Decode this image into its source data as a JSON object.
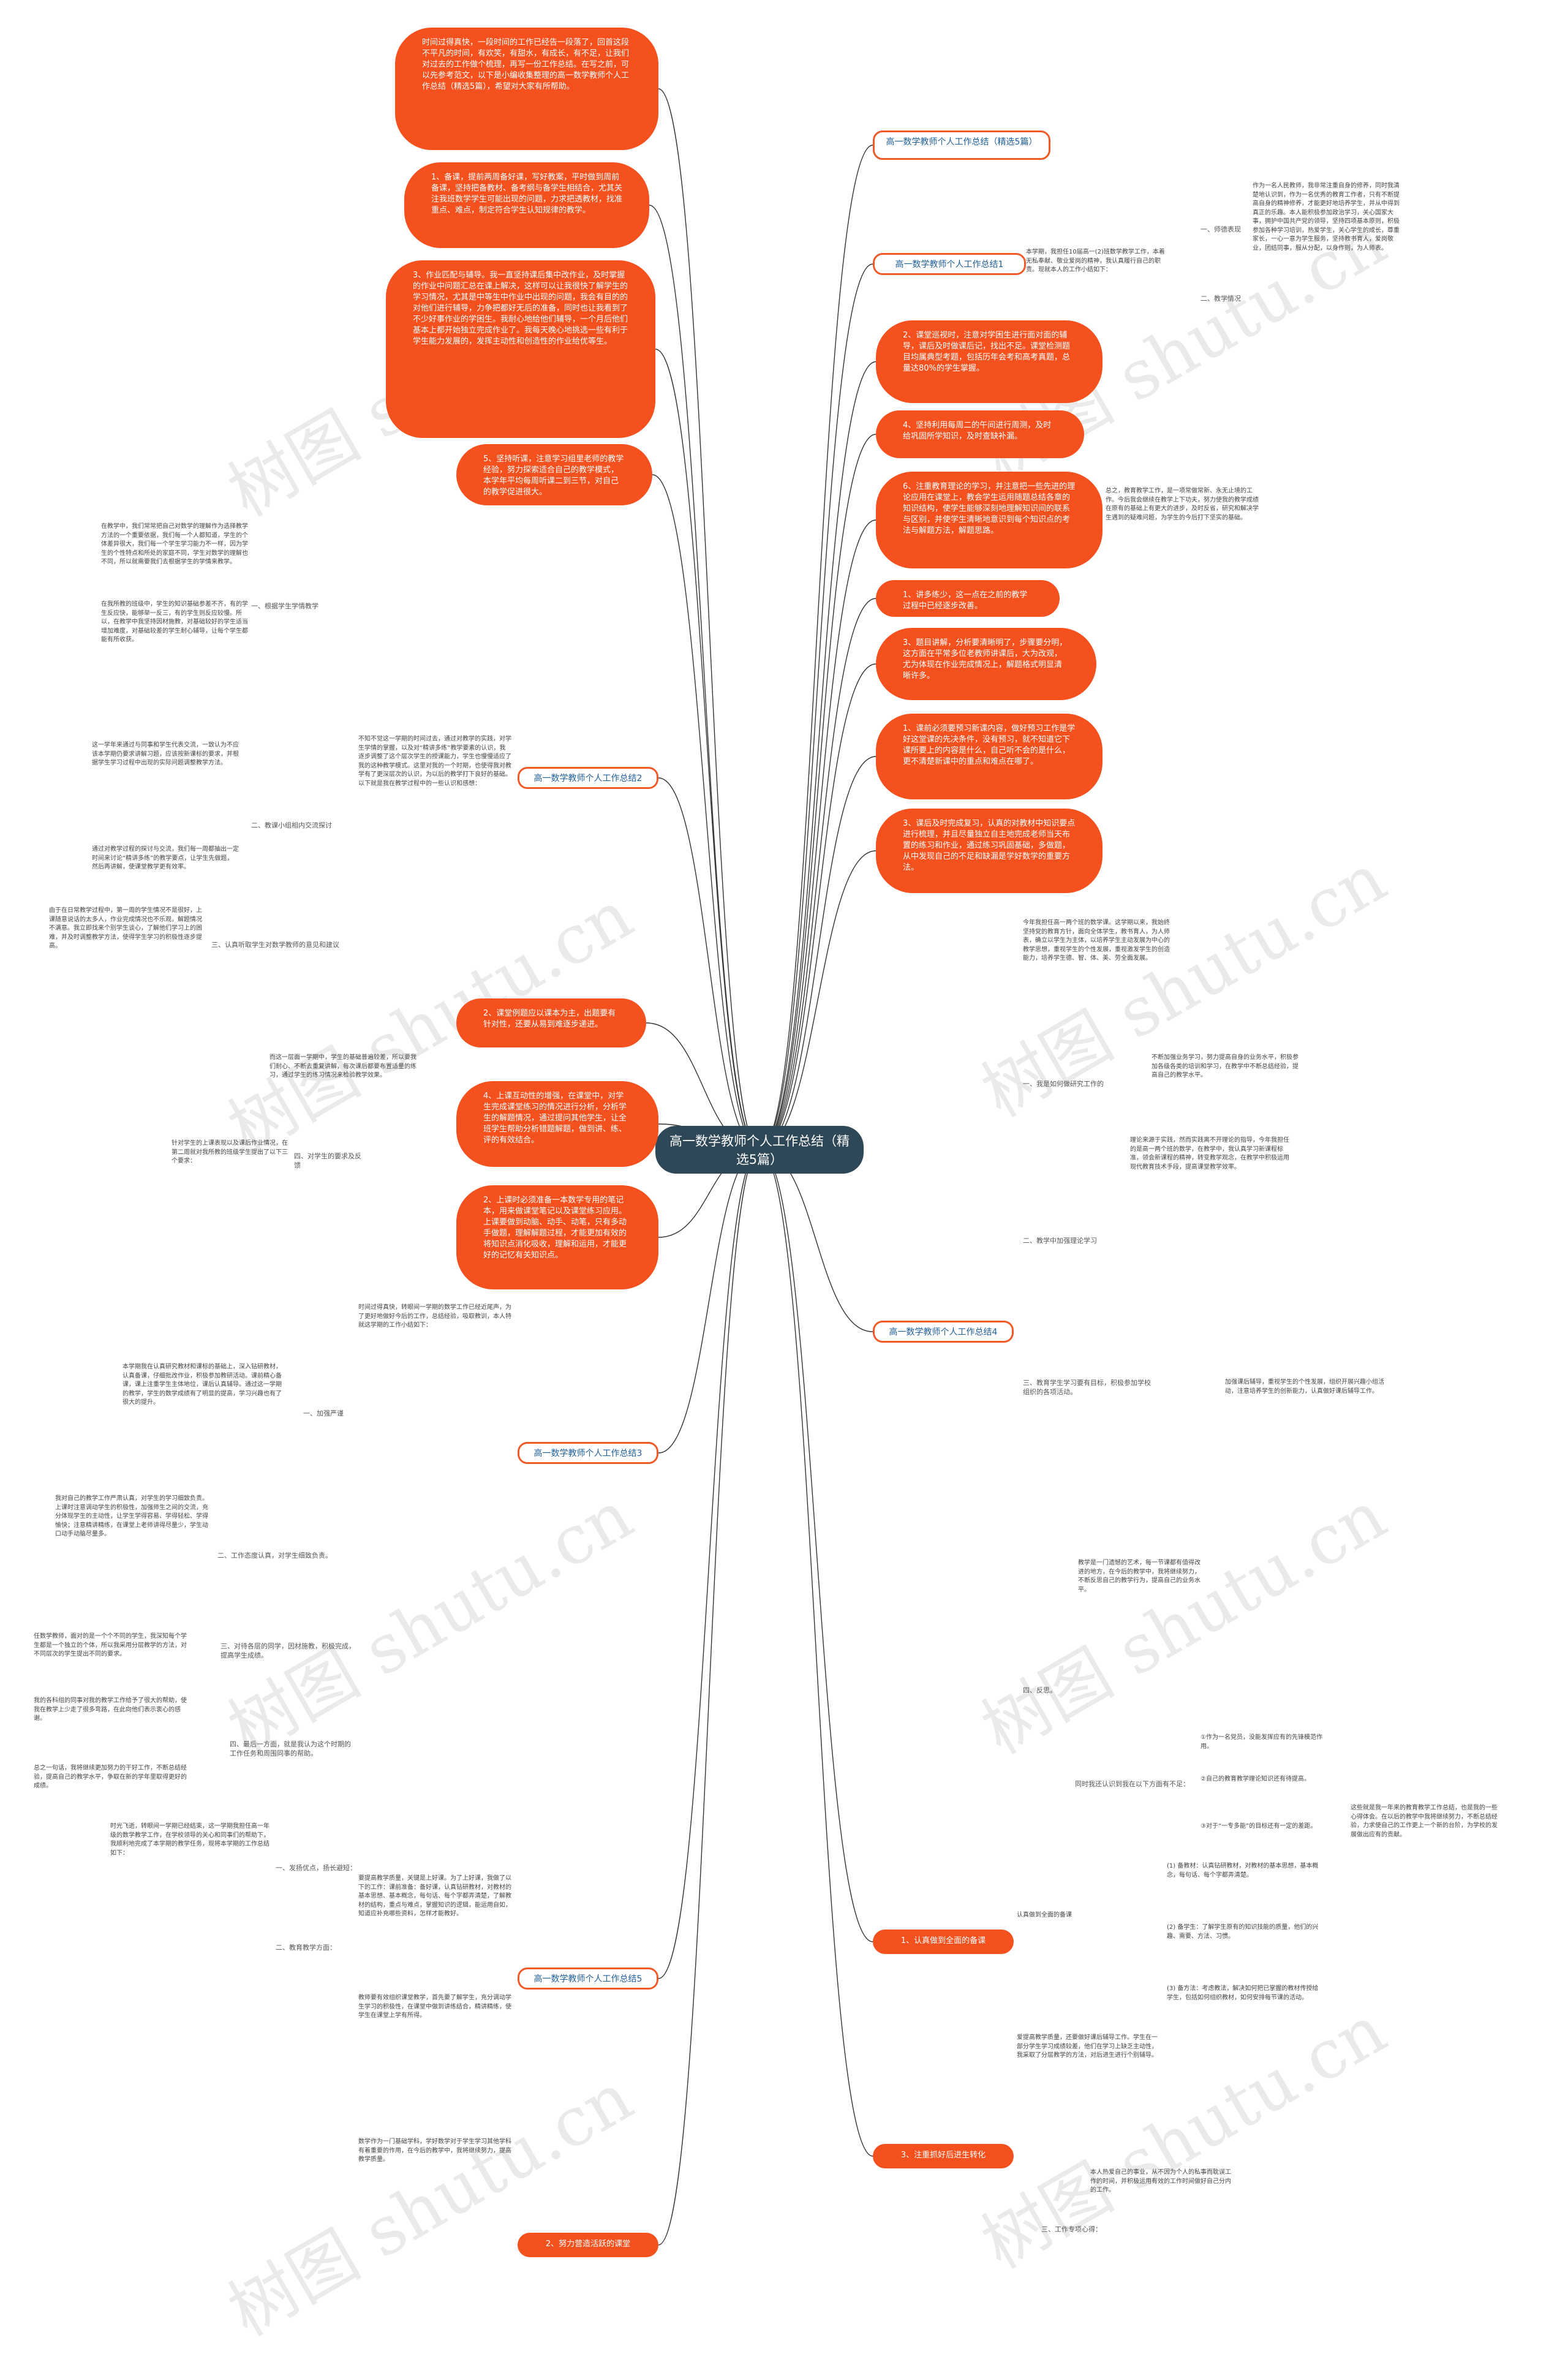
{
  "watermark": "树图 shutu.cn",
  "root": {
    "label": "高一数学教师个人工作总结（精选5篇）"
  },
  "main_sections": [
    {
      "id": "s1",
      "label": "高一数学教师个人工作总结（精选5篇）"
    },
    {
      "id": "s2",
      "label": "高一数学教师个人工作总结1"
    },
    {
      "id": "s3",
      "label": "高一数学教师个人工作总结2"
    },
    {
      "id": "s4",
      "label": "高一数学教师个人工作总结3"
    },
    {
      "id": "s5",
      "label": "高一数学教师个人工作总结4"
    },
    {
      "id": "s6",
      "label": "高一数学教师个人工作总结5"
    }
  ],
  "right_pills": {
    "p1": "2、课堂巡视时，注意对学困生进行面对面的辅导，课后及时做课后记，找出不足。课堂检测题目均属典型考题，包括历年会考和高考真题，总量达80%的学生掌握。",
    "p2": "4、坚持利用每周二的午间进行周测，及时给巩固所学知识，及时查缺补漏。",
    "p3": "6、注重教育理论的学习，并注意把一些先进的理论应用在课堂上，教会学生运用随题总结各章的知识结构，使学生能够深刻地理解知识间的联系与区别，并使学生清晰地意识到每个知识点的考法与解题方法，解题思路。",
    "p4": "1、讲多练少，这一点在之前的教学过程中已经逐步改善。",
    "p5": "3、题目讲解，分析要清晰明了，步骤要分明，这方面在平常多位老教师讲课后，大为改观，尤为体现在作业完成情况上，解题格式明显清晰许多。",
    "p6": "1、课前必须要预习新课内容，做好预习工作是学好这堂课的先决条件，没有预习，就不知道它下课所要上的内容是什么，自己听不会的是什么，更不清楚新课中的重点和难点在哪了。",
    "p7": "3、课后及时完成复习，认真的对教材中知识要点进行梳理，并且尽量独立自主地完成老师当天布置的练习和作业，通过练习巩固基础，多做题，从中发现自己的不足和缺漏是学好数学的重要方法。"
  },
  "left_pills": {
    "lp1": "时间过得真快，一段时间的工作已经告一段落了，回首这段不平凡的时间，有欢笑，有甜水，有成长，有不足，让我们对过去的工作做个梳理，再写一份工作总结。在写之前，可以先参考范文，以下是小编收集整理的高一数学教师个人工作总结（精选5篇），希望对大家有所帮助。",
    "lp2": "1、备课，提前两周备好课，写好教案，平时做到周前备课，坚持把备教材、备考纲与备学生相结合，尤其关注我班数学学生可能出现的问题，力求把透教材，找准重点、难点，制定符合学生认知规律的教学。",
    "lp3": "3、作业匹配与辅导。我一直坚持课后集中改作业，及时掌握的作业中问题汇总在课上解决，这样可以让我很快了解学生的学习情况，尤其是中等生中作业中出现的问题，我会有目的的对他们进行辅导，力争把都好无后的准备，同时也让我看到了不少好事作业的学困生。我耐心地给他们辅导，一个月后他们基本上都开始独立完成作业了。我每天晚心地挑选一些有利于学生能力发展的，发挥主动性和创造性的作业给优等生。",
    "lp4": "5、坚持听课，注意学习组里老师的教学经验，努力探索适合自己的教学模式，本学年平均每周听课二到三节，对自己的教学促进很大。",
    "lp5": "2、课堂例题应以课本为主，出题要有针对性，还要从易到难逐步递进。",
    "lp6": "4、上课互动性的增强，在课堂中，对学生完成课堂练习的情况进行分析，分析学生的解题情况，通过提问其他学生，让全班学生帮助分析错题解题，做到讲、练、评的有效结合。",
    "lp7": "2、上课时必须准备一本数学专用的笔记本，用来做课堂笔记以及课堂练习应用。上课要做到动脑、动手、动笔，只有多动手做题，理解解题过程，才能更加有效的将知识点消化吸收，理解和运用，才能更好的记忆有关知识点。",
    "lp8": "2、努力营造活跃的课堂",
    "lp9": "1、认真做到全面的备课",
    "lp10": "3、注重抓好后进生转化"
  },
  "notes": {
    "s2_intro": "本学期，我担任10届高一(2)班数学教学工作，本着无私奉献、敬业爱岗的精神，我认真履行自己的职责。现就本人的工作小结如下：",
    "s2_ethics": "一、师德表现",
    "s2_ethics_text": "作为一名人民教师，我非常注重自身的修养，同时我清楚地认识到，作为一名优秀的教育工作者，只有不断提高自身的精神修养，才能更好地培养学生，并从中得到真正的乐趣。本人能积极参加政治学习，关心国家大事，拥护中国共产党的领导，坚持四项基本原则，积极参加各种学习培训，热爱学生，关心学生的成长，尊重家长，一心一意为学生服务，坚持教书育人，爱岗敬业，团结同事，服从分配，以身作则，为人师表。",
    "s2_teaching": "二、教学情况",
    "s2_summary": "总之，教育教学工作，是一项常做常新、永无止境的工作。今后我会继续在教学上下功夫，努力使我的教学成绩在原有的基础上有更大的进步，及时反省，研究和解决学生遇到的疑难问题，为学生的今后打下坚实的基础。",
    "s3_intro": "不知不觉这一学期的时间过去，通过对教学的实践，对学生学情的掌握，以及对“精讲多练”教学要素的认识，我逐步调整了这个层次学生的授课能力，学生也慢慢适应了我的这种教学模式。这里对我的一个时期，也使得我对教学有了更深层次的认识，为以后的教学打下良好的基础。以下就是我在教学过程中的一些认识和感想：",
    "s3_n1": "一、根据学生学情教学",
    "s3_n1_text": "在教学中，我们常常把自己对数学的理解作为选择教学方法的一个重要依据，我们每一个人都知道，学生的个体差异很大，我们每一个学生学习能力不一样，因为学生的个性特点和所处的家庭不同，学生对数学的理解也不同，所以就需要我们去根据学生的学情来教学。",
    "s3_n1_text2": "在我所教的班级中，学生的知识基础参差不齐，有的学生反应快，能够举一反三，有的学生则反应较慢。所以，在教学中我坚持因材施教，对基础较好的学生适当增加难度，对基础较差的学生耐心辅导，让每个学生都能有所收获。",
    "s3_n2": "二、教课小组相内交流探讨",
    "s3_n2_text": "这一学年来通过与同事和学生代表交流，一致认为不应该本学期仍要求讲解习题，应该按新课标的要求，并根据学生学习过程中出现的实际问题调整教学方法。",
    "s3_n2_text2": "通过对教学过程的探讨与交流，我们每一周都抽出一定时间来讨论“精讲多练”的教学要点，让学生先做题，然后再讲解，使课堂教学更有效率。",
    "s3_n3": "三、认真听取学生对数学教师的意见和建议",
    "s3_n3_text": "由于在日常教学过程中，第一周的学生情况不是很好，上课随意说话的太多人，作业完成情况也不乐观，解题情况不满意。我立即找来个别学生谈心，了解他们学习上的困难，并及时调整教学方法，使得学生学习的积极性逐步提高。",
    "s3_n4": "四、对学生的要求及反馈",
    "s3_n4_text": "针对学生的上课表现以及课后作业情况，在第二周就对我所教的班级学生提出了以下三个要求：",
    "s3_n5_text": "而这一层面一学期中，学生的基础普遍较差，所以要我们耐心、不断去重复讲解，每次课后都要布置适量的练习，通过学生的练习情况来检验教学效果。",
    "s4_intro": "时间过得真快，转眼间一学期的数学工作已经近尾声，为了更好地做好今后的工作，总结经验，吸取教训，本人特就这学期的工作小结如下：",
    "s4_n1": "一、加强严谨",
    "s4_n1_text": "本学期我在认真研究教材和课标的基础上，深入钻研教材，认真备课，仔细批改作业，积极参加教研活动。课前精心备课，课上注重学生主体地位，课后认真辅导。通过这一学期的教学，学生的数学成绩有了明显的提高，学习兴趣也有了很大的提升。",
    "s4_n2": "二、工作态度认真，对学生细致负责。",
    "s4_n2_text": "我对自己的教学工作严肃认真，对学生的学习细致负责。上课时注意调动学生的积极性，加强师生之间的交流，充分体现学生的主动性，让学生学得容易、学得轻松、学得愉快；注意精讲精练，在课堂上老师讲得尽量少，学生动口动手动脑尽量多。",
    "s4_n3": "三、对待各层的同学，因材施教，积极完成，提高学生成绩。",
    "s4_n3_text": "任数学教师，面对的是一个个不同的学生，我深知每个学生都是一个独立的个体，所以我采用分层教学的方法，对不同层次的学生提出不同的要求。",
    "s4_n4": "四、最后一方面，就是我认为这个时期的工作任务和周围同事的帮助。",
    "s4_n4_text": "我的各科组的同事对我的教学工作给予了很大的帮助，使我在教学上少走了很多弯路，在此向他们表示衷心的感谢。",
    "s4_n5_text": "总之一句话，我将继续更加努力的干好工作，不断总结经验，提高自己的教学水平，争取在新的学年里取得更好的成绩。",
    "s5_intro": "今年我担任高一两个班的数学课。这学期以来，我始终坚持党的教育方针，面向全体学生，教书育人，为人师表，确立以学生为主体，以培养学生主动发展为中心的教学思想，重视学生的个性发展，重视激发学生的创造能力，培养学生德、智、体、美、劳全面发展。",
    "s5_n1": "一、我是如何做研究工作的",
    "s5_n1_text": "不断加强业务学习，努力提高自身的业务水平，积极参加各级各类的培训和学习，在教学中不断总结经验，提高自己的教学水平。",
    "s5_n2": "二、教学中加强理论学习",
    "s5_n2_text": "理论来源于实践，然而实践离不开理论的指导，今年我担任的是高一两个班的数学，在教学中，我认真学习新课程标准，领会新课程的精神，转变教学观念，在教学中积极运用现代教育技术手段，提高课堂教学效率。",
    "s5_n3": "三、教育学生学习要有目标，积极参加学校组织的各项活动。",
    "s5_n3_text": "加强课后辅导，重视学生的个性发展，组织开展兴趣小组活动，注意培养学生的创新能力，认真做好课后辅导工作。",
    "s5_n4": "四、反思。",
    "s5_n4_text": "教学是一门遗憾的艺术，每一节课都有值得改进的地方，在今后的教学中，我将继续努力，不断反思自己的教学行为，提高自己的业务水平。",
    "s5_n5": "同时我还认识到我在以下方面有不足：",
    "s5_n5_items": [
      "①作为一名党员，没能发挥应有的先锋模范作用。",
      "②自己的教育教学理论知识还有待提高。",
      "③对于“一专多能”的目标还有一定的差距。"
    ],
    "s5_n5_end": "这些就是我一年来的教育教学工作总结，也是我的一些心得体会。在以后的教学中我将继续努力，不断总结经验，力求使自己的工作更上一个新的台阶，为学校的发展做出应有的贡献。",
    "s6_a": "一、发扬优点，扬长避短：",
    "s6_a_text": "时光飞逝，转眼间一学期已经结束，这一学期我担任高一年级的数学教学工作，在学校领导的关心和同事们的帮助下，我顺利地完成了本学期的教学任务，现将本学期的工作总结如下：",
    "s6_b": "二、教育教学方面：",
    "s6_b_text": "要提高教学质量，关键是上好课。为了上好课，我做了以下的工作：课前准备：备好课，认真钻研教材，对教材的基本思想、基本概念，每句话、每个字都弄清楚，了解教材的结构，重点与难点，掌握知识的逻辑，能运用自如，知道应补充哪些资料，怎样才能教好。",
    "s6_c_text": "教师要有效组织课堂教学，首先要了解学生，充分调动学生学习的积极性，在课堂中做到讲练结合，精讲精练，使学生在课堂上学有所得。",
    "s6_d": "认真做到全面的备课",
    "s6_d_items": [
      "(1) 备教材：认真钻研教材，对教材的基本思想，基本概念，每句话、每个字都弄清楚。",
      "(2) 备学生：了解学生原有的知识技能的质量，他们的兴趣、需要、方法、习惯。",
      "(3) 备方法：考虑教法，解决如何把已掌握的教材传授给学生，包括如何组织教材，如何安排每节课的活动。"
    ],
    "s6_e_text": "爱提高教学质量，还要做好课后辅导工作。学生在一部分学生学习成绩较差，他们在学习上缺乏主动性，我采取了分层教学的方法，对后进生进行个别辅导。",
    "s6_f": "三、工作专项心得：",
    "s6_f_text": "本人热爱自己的事业，从不因为个人的私事而耽误工作的时间，并积极运用有效的工作时间做好自己分内的工作。",
    "s6_g_text": "数学作为一门基础学科，学好数学对于学生学习其他学科有着重要的作用，在今后的教学中，我将继续努力，提高教学质量。"
  },
  "colors": {
    "accent": "#f4511e",
    "root": "#2f4858",
    "link": "#1f5f9a",
    "line": "#333333"
  }
}
